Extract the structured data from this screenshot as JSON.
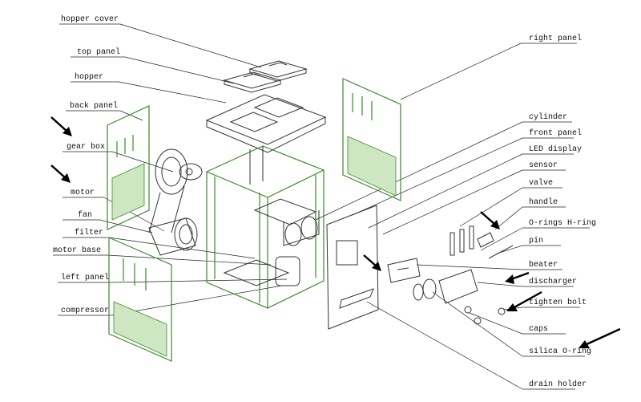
{
  "labels": {
    "hopper_cover": "hopper cover",
    "top_panel": "top panel",
    "hopper": "hopper",
    "back_panel": "back panel",
    "gear_box": "gear box",
    "motor": "motor",
    "fan": "fan",
    "filter": "filter",
    "motor_base": "motor base",
    "left_panel": "left panel",
    "compressor": "compressor",
    "right_panel": "right panel",
    "cylinder": "cylinder",
    "front_panel": "front panel",
    "led_display": "LED display",
    "sensor": "sensor",
    "valve": "valve",
    "handle": "handle",
    "o_rings": "O-rings H-ring",
    "pin": "pin",
    "beater": "beater",
    "discharger": "discharger",
    "tighten_bolt": "tighten bolt",
    "caps": "caps",
    "silica_o_ring": "silica O-ring",
    "drain_holder": "drain holder"
  },
  "colors": {
    "panel_outline": "#3a8a2a",
    "panel_fill": "#cfe6c2",
    "line": "#222222",
    "arrow": "#000000"
  }
}
